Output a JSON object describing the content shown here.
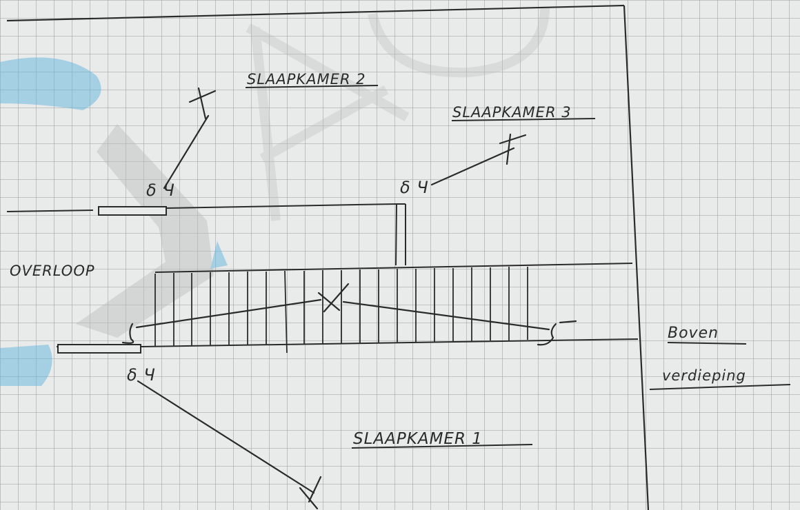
{
  "labels": {
    "bedroom_2": "SLAAPKAMER 2",
    "bedroom_3": "SLAAPKAMER 3",
    "bedroom_1": "SLAAPKAMER 1",
    "landing": "OVERLOOP",
    "floor_line1": "Boven",
    "floor_line2": "verdieping"
  },
  "switch_marks": {
    "bedroom_2": "δ Ч",
    "bedroom_3": "δ Ч",
    "bedroom_1": "δ Ч"
  },
  "colors": {
    "paper": "#e9eaea",
    "grid": "#8f9494",
    "ink": "#2a2a2a",
    "watermark_blue": "#5fb6dd",
    "watermark_gray": "#b9bcbc"
  }
}
